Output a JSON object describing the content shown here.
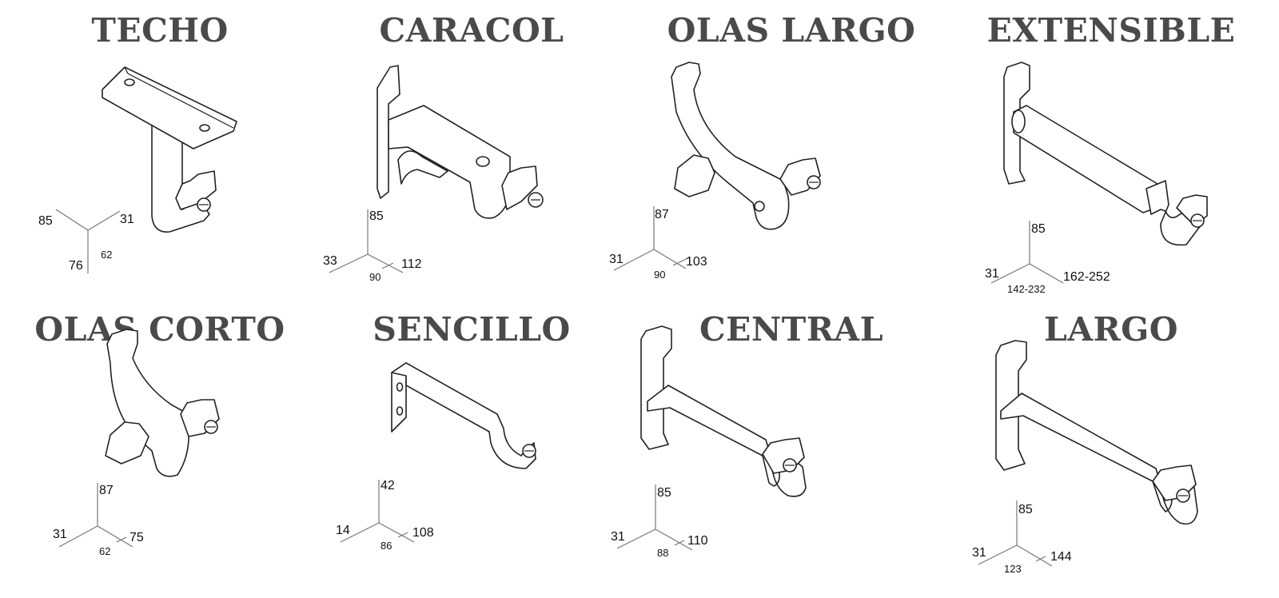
{
  "products": [
    {
      "title": "TECHO",
      "dims": {
        "up": "",
        "left": "85",
        "right": "31",
        "bottom": "62",
        "down": "76"
      }
    },
    {
      "title": "CARACOL",
      "dims": {
        "up": "85",
        "left": "33",
        "right": "112",
        "bottom": "90",
        "down": ""
      }
    },
    {
      "title": "OLAS LARGO",
      "dims": {
        "up": "87",
        "left": "31",
        "right": "103",
        "bottom": "90",
        "down": ""
      }
    },
    {
      "title": "EXTENSIBLE",
      "dims": {
        "up": "85",
        "left": "31",
        "right": "162-252",
        "bottom": "142-232",
        "down": ""
      }
    },
    {
      "title": "OLAS CORTO",
      "dims": {
        "up": "87",
        "left": "31",
        "right": "75",
        "bottom": "62",
        "down": ""
      }
    },
    {
      "title": "SENCILLO",
      "dims": {
        "up": "42",
        "left": "14",
        "right": "108",
        "bottom": "86",
        "down": ""
      }
    },
    {
      "title": "CENTRAL",
      "dims": {
        "up": "85",
        "left": "31",
        "right": "110",
        "bottom": "88",
        "down": ""
      }
    },
    {
      "title": "LARGO",
      "dims": {
        "up": "85",
        "left": "31",
        "right": "144",
        "bottom": "123",
        "down": ""
      }
    }
  ]
}
